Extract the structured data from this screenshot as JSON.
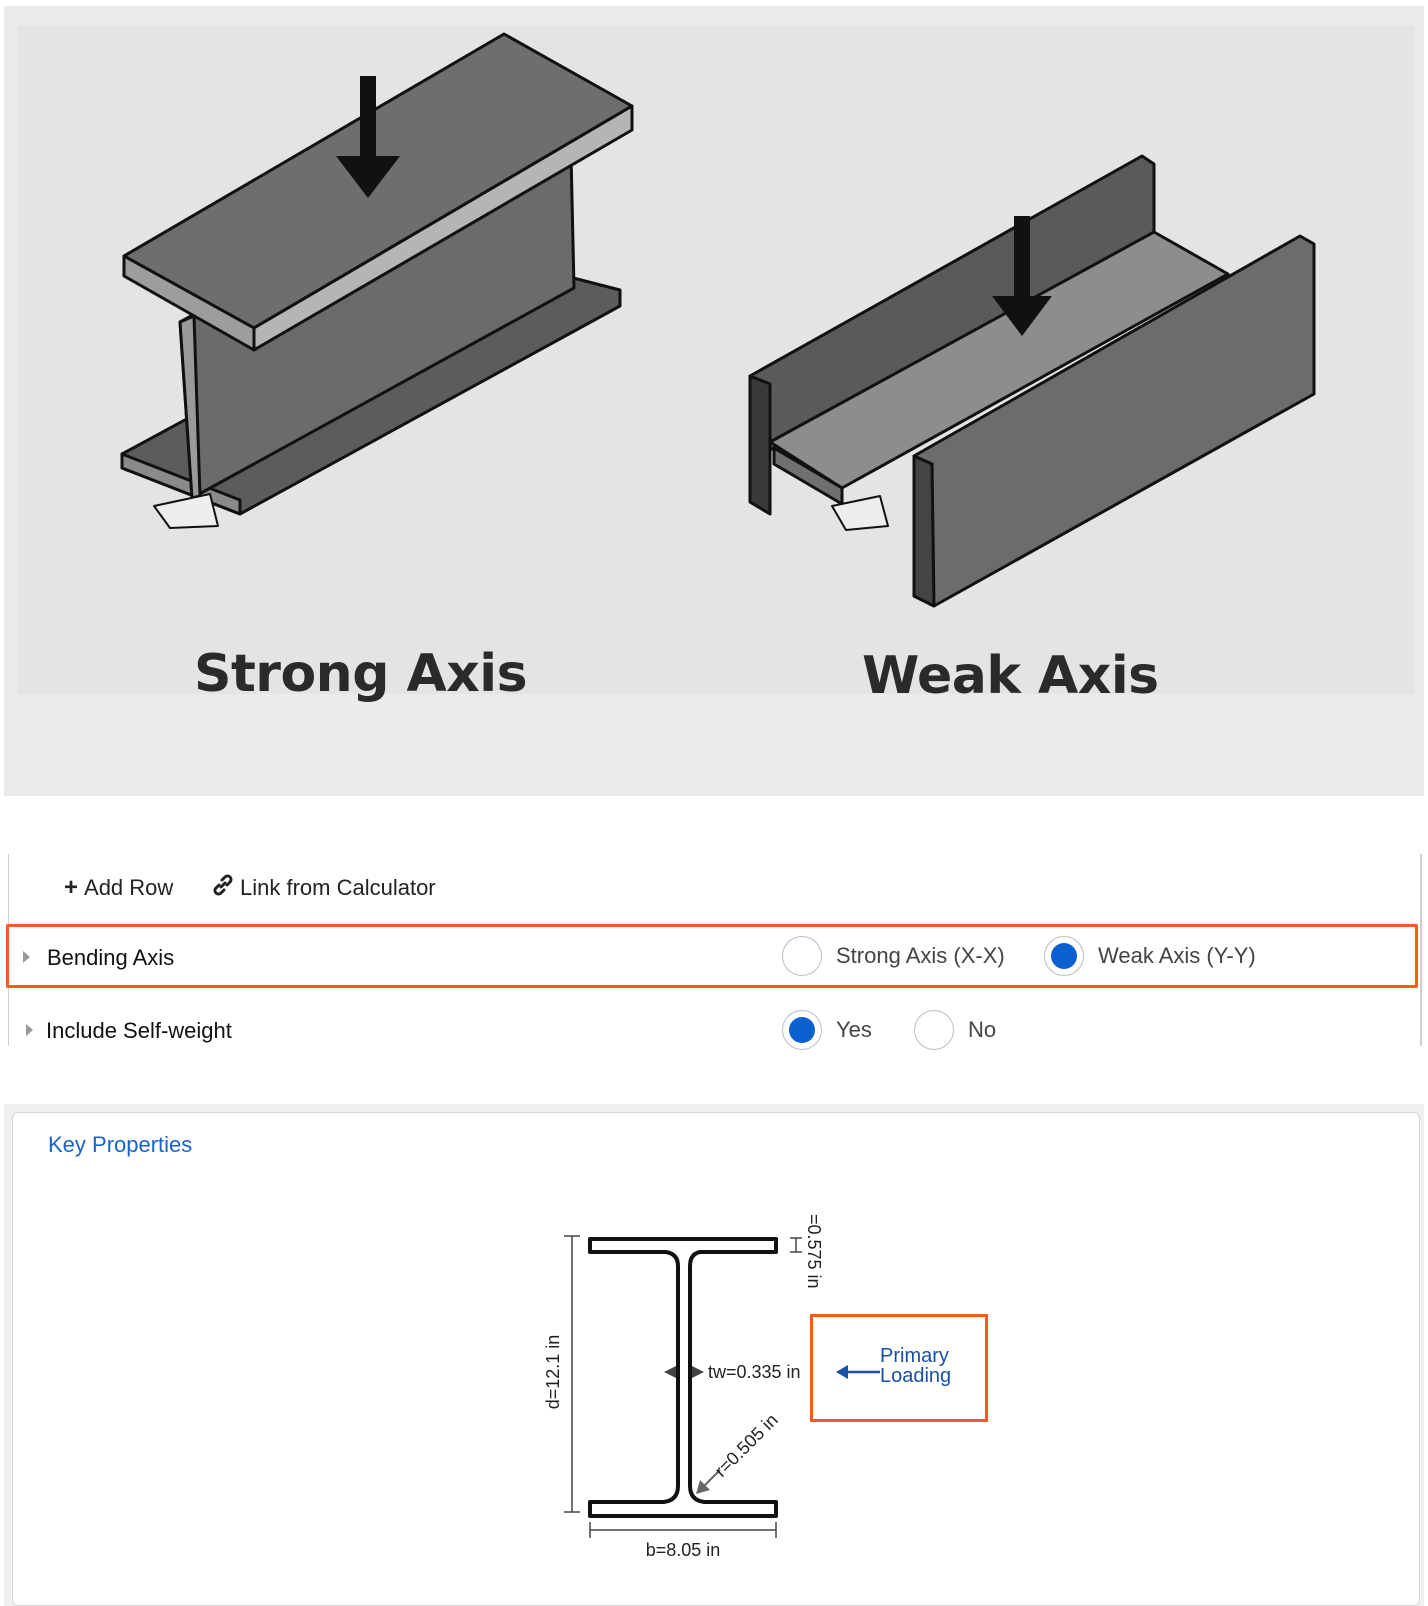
{
  "hero": {
    "strong_caption": "Strong Axis",
    "weak_caption": "Weak Axis"
  },
  "toolbar": {
    "add_row_label": "Add Row",
    "link_label": "Link from Calculator"
  },
  "options": [
    {
      "label": "Bending Axis",
      "choices": [
        {
          "label": "Strong Axis (X-X)",
          "selected": false
        },
        {
          "label": "Weak Axis (Y-Y)",
          "selected": true
        }
      ]
    },
    {
      "label": "Include Self-weight",
      "choices": [
        {
          "label": "Yes",
          "selected": true
        },
        {
          "label": "No",
          "selected": false
        }
      ]
    }
  ],
  "key_properties": {
    "title": "Key Properties",
    "flange_thickness": "=0.575 in",
    "depth": "d=12.1 in",
    "web_thickness": "tw=0.335 in",
    "fillet_radius": "r=0.505 in",
    "flange_width": "b=8.05 in",
    "primary_loading": "Primary Loading"
  },
  "colors": {
    "highlight": "#f25a1e",
    "accent_blue": "#0a5fd1",
    "link_blue": "#1a63c7"
  }
}
